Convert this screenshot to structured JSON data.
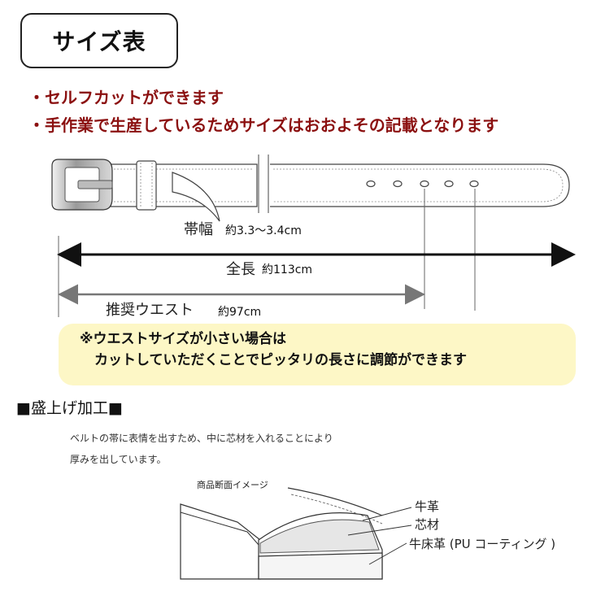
{
  "title": "サイズ表",
  "notes": [
    "・セルフカットができます",
    "・手作業で生産しているためサイズはおおよその記載となります"
  ],
  "belt_diagram": {
    "width_label": "帯幅",
    "width_value": "約3.3～3.4cm",
    "total_label": "全長",
    "total_value": "約113cm",
    "waist_label": "推奨ウエスト",
    "waist_value": "約97cm"
  },
  "callout": {
    "line1": "※ウエストサイズが小さい場合は",
    "line2": "カットしていただくことでピッタリの長さに調節ができます"
  },
  "finish_section": {
    "heading": "■盛上げ加工■",
    "description_line1": "ベルトの帯に表情を出すため、中に芯材を入れることにより",
    "description_line2": "厚みを出しています。",
    "image_caption": "商品断面イメージ",
    "layers": [
      "牛革",
      "芯材",
      "牛床革 (PU コーティング )"
    ]
  }
}
